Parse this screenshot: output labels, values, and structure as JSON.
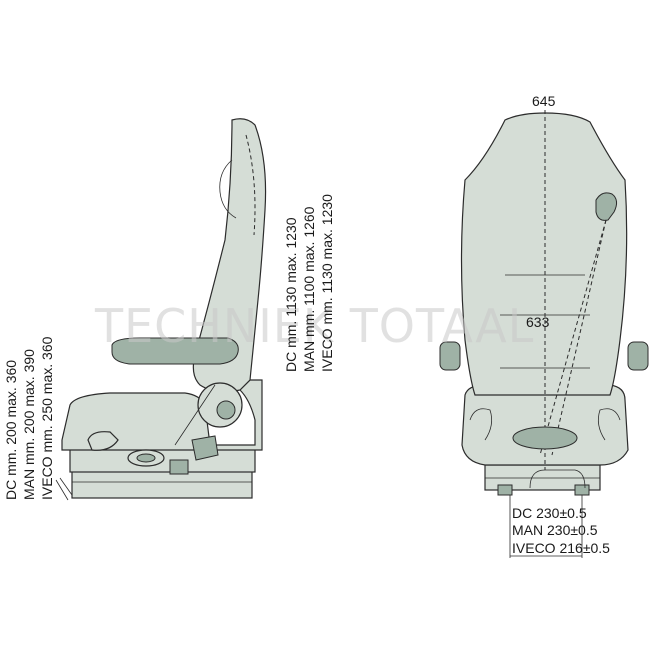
{
  "watermark": "TECHNIEK TOTAAL",
  "side_view": {
    "height_labels": [
      "DC mm. 200 max. 360",
      "MAN mm. 200 max. 390",
      "IVECO mm. 250 max. 360"
    ],
    "backrest_labels": [
      "DC mm. 1130 max. 1230",
      "MAN mm. 1100 max. 1260",
      "IVECO mm. 1130 max. 1230"
    ]
  },
  "front_view": {
    "width_top": "645",
    "width_mid": "633",
    "rail_labels": [
      "DC 230±0.5",
      "MAN 230±0.5",
      "IVECO 216±0.5"
    ]
  },
  "colors": {
    "seat_fill": "#d5ddd6",
    "seat_dark": "#9fb2a6",
    "line": "#2c2c2c"
  }
}
